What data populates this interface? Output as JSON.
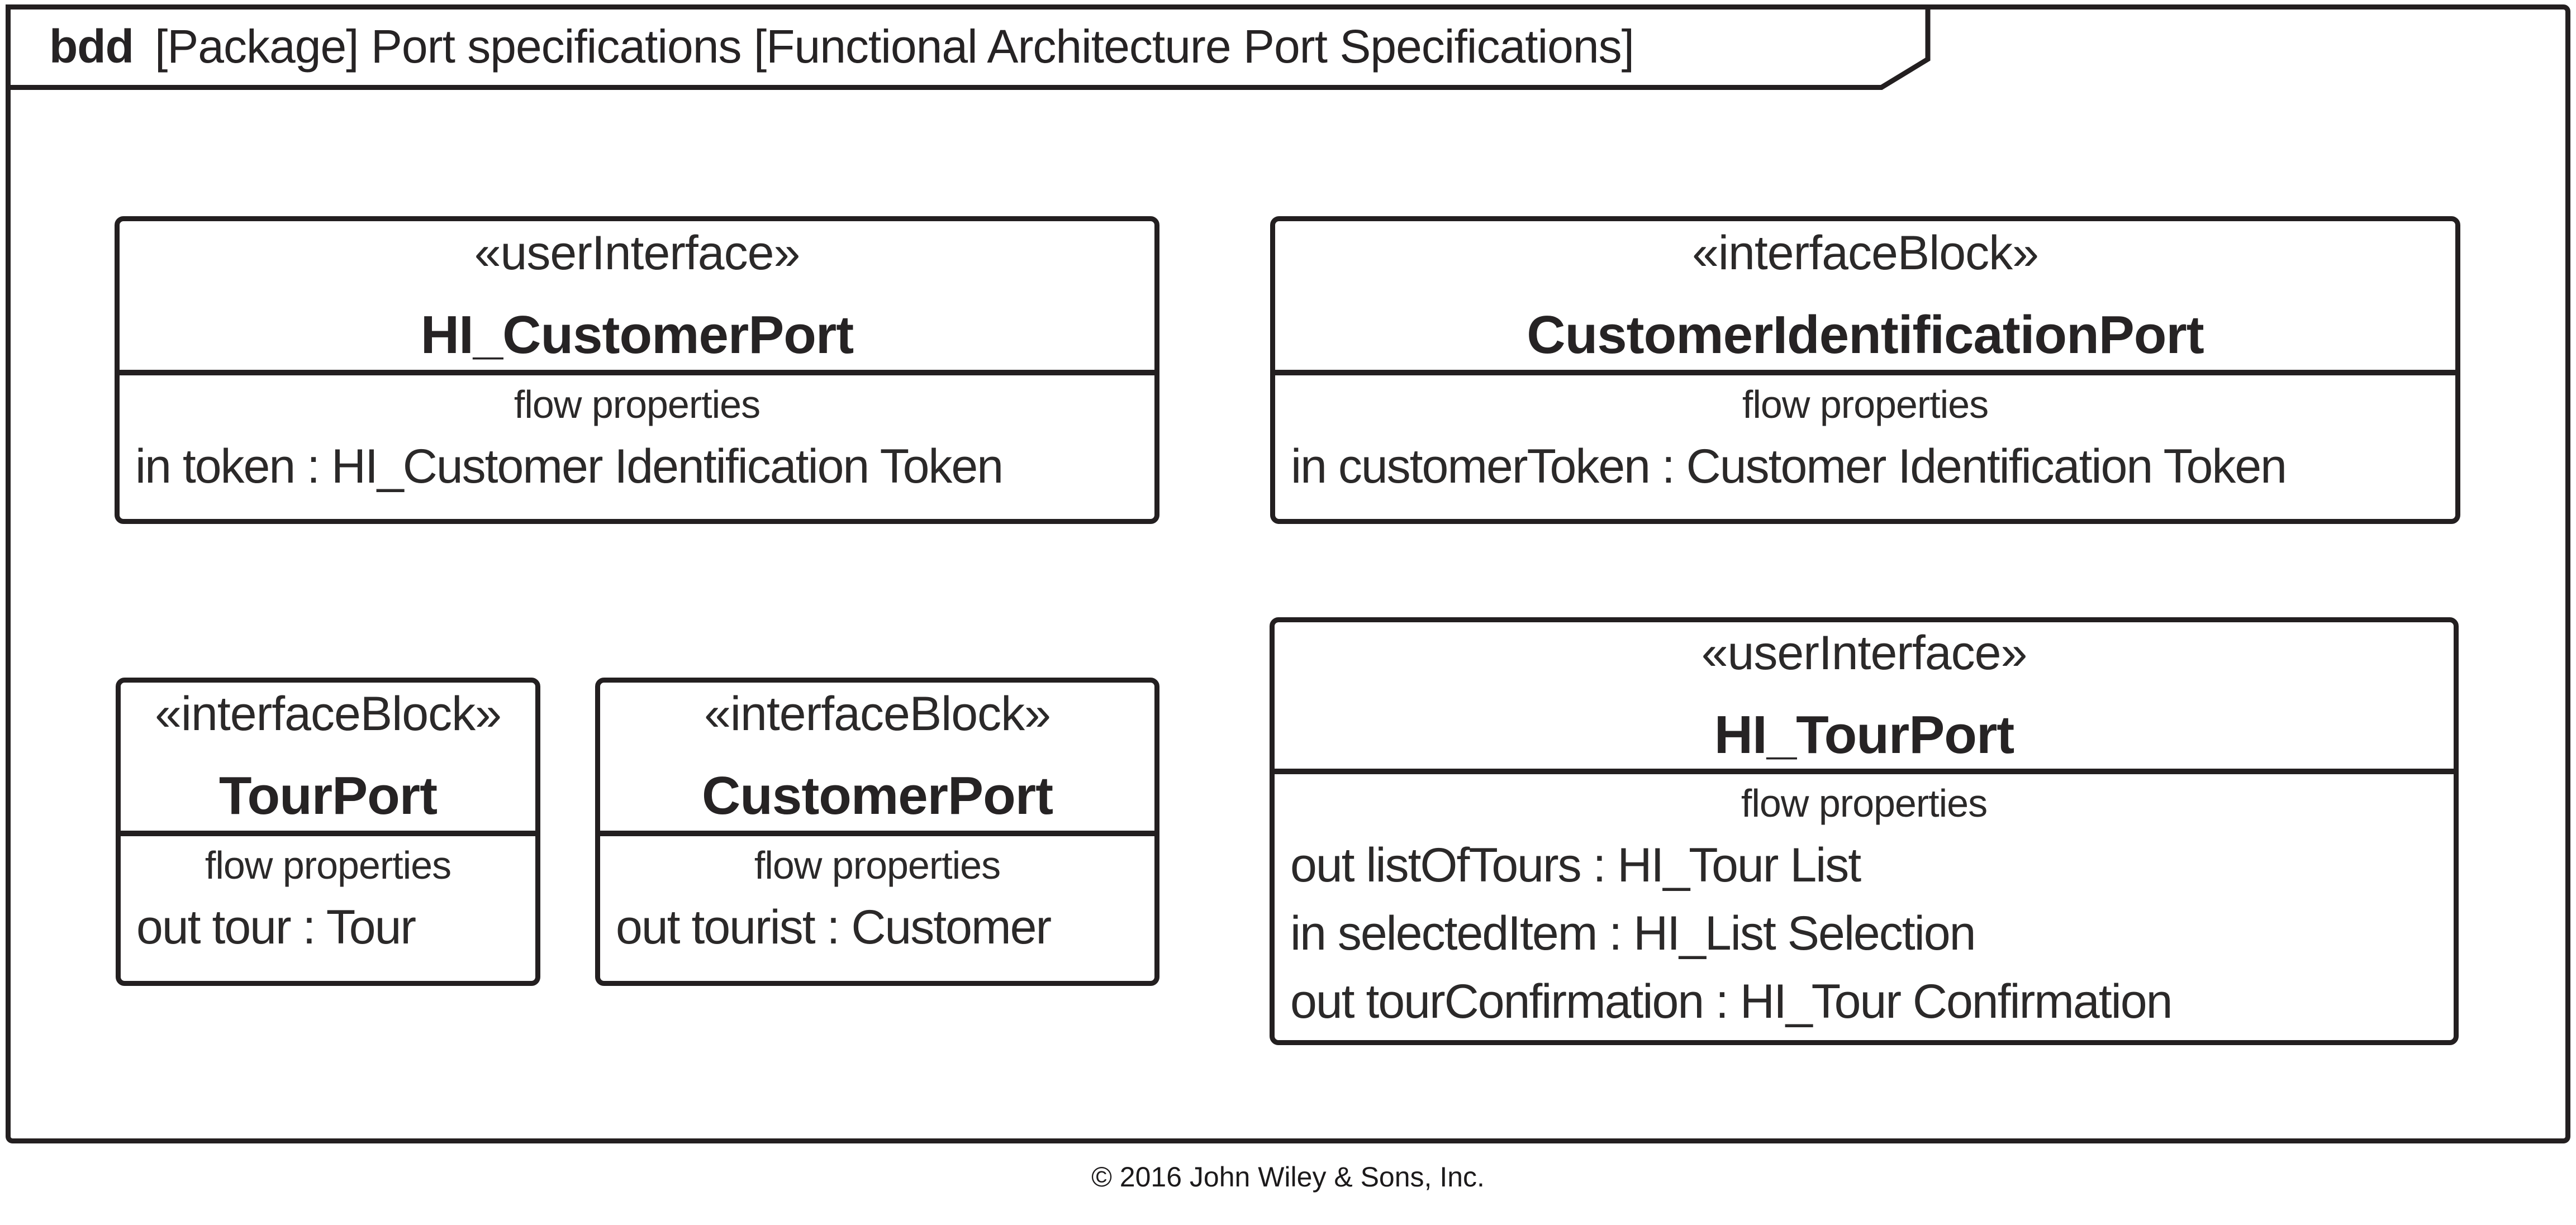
{
  "header": {
    "keyword": "bdd",
    "title": "[Package] Port specifications [Functional Architecture Port Specifications]"
  },
  "blocks": [
    {
      "stereotype": "«userInterface»",
      "name": "HI_CustomerPort",
      "compartment_label": "flow properties",
      "properties": [
        "in token : HI_Customer Identification Token"
      ]
    },
    {
      "stereotype": "«interfaceBlock»",
      "name": "CustomerIdentificationPort",
      "compartment_label": "flow properties",
      "properties": [
        "in customerToken : Customer Identification Token"
      ]
    },
    {
      "stereotype": "«interfaceBlock»",
      "name": "TourPort",
      "compartment_label": "flow properties",
      "properties": [
        "out tour : Tour"
      ]
    },
    {
      "stereotype": "«interfaceBlock»",
      "name": "CustomerPort",
      "compartment_label": "flow properties",
      "properties": [
        "out tourist : Customer"
      ]
    },
    {
      "stereotype": "«userInterface»",
      "name": "HI_TourPort",
      "compartment_label": "flow properties",
      "properties": [
        "out listOfTours : HI_Tour List",
        "in selectedItem : HI_List Selection",
        "out tourConfirmation : HI_Tour Confirmation"
      ]
    }
  ],
  "footer": {
    "copyright": "© 2016 John Wiley & Sons, Inc."
  },
  "colors": {
    "line": "#231f20",
    "background": "#ffffff",
    "text": "#2b2929"
  }
}
